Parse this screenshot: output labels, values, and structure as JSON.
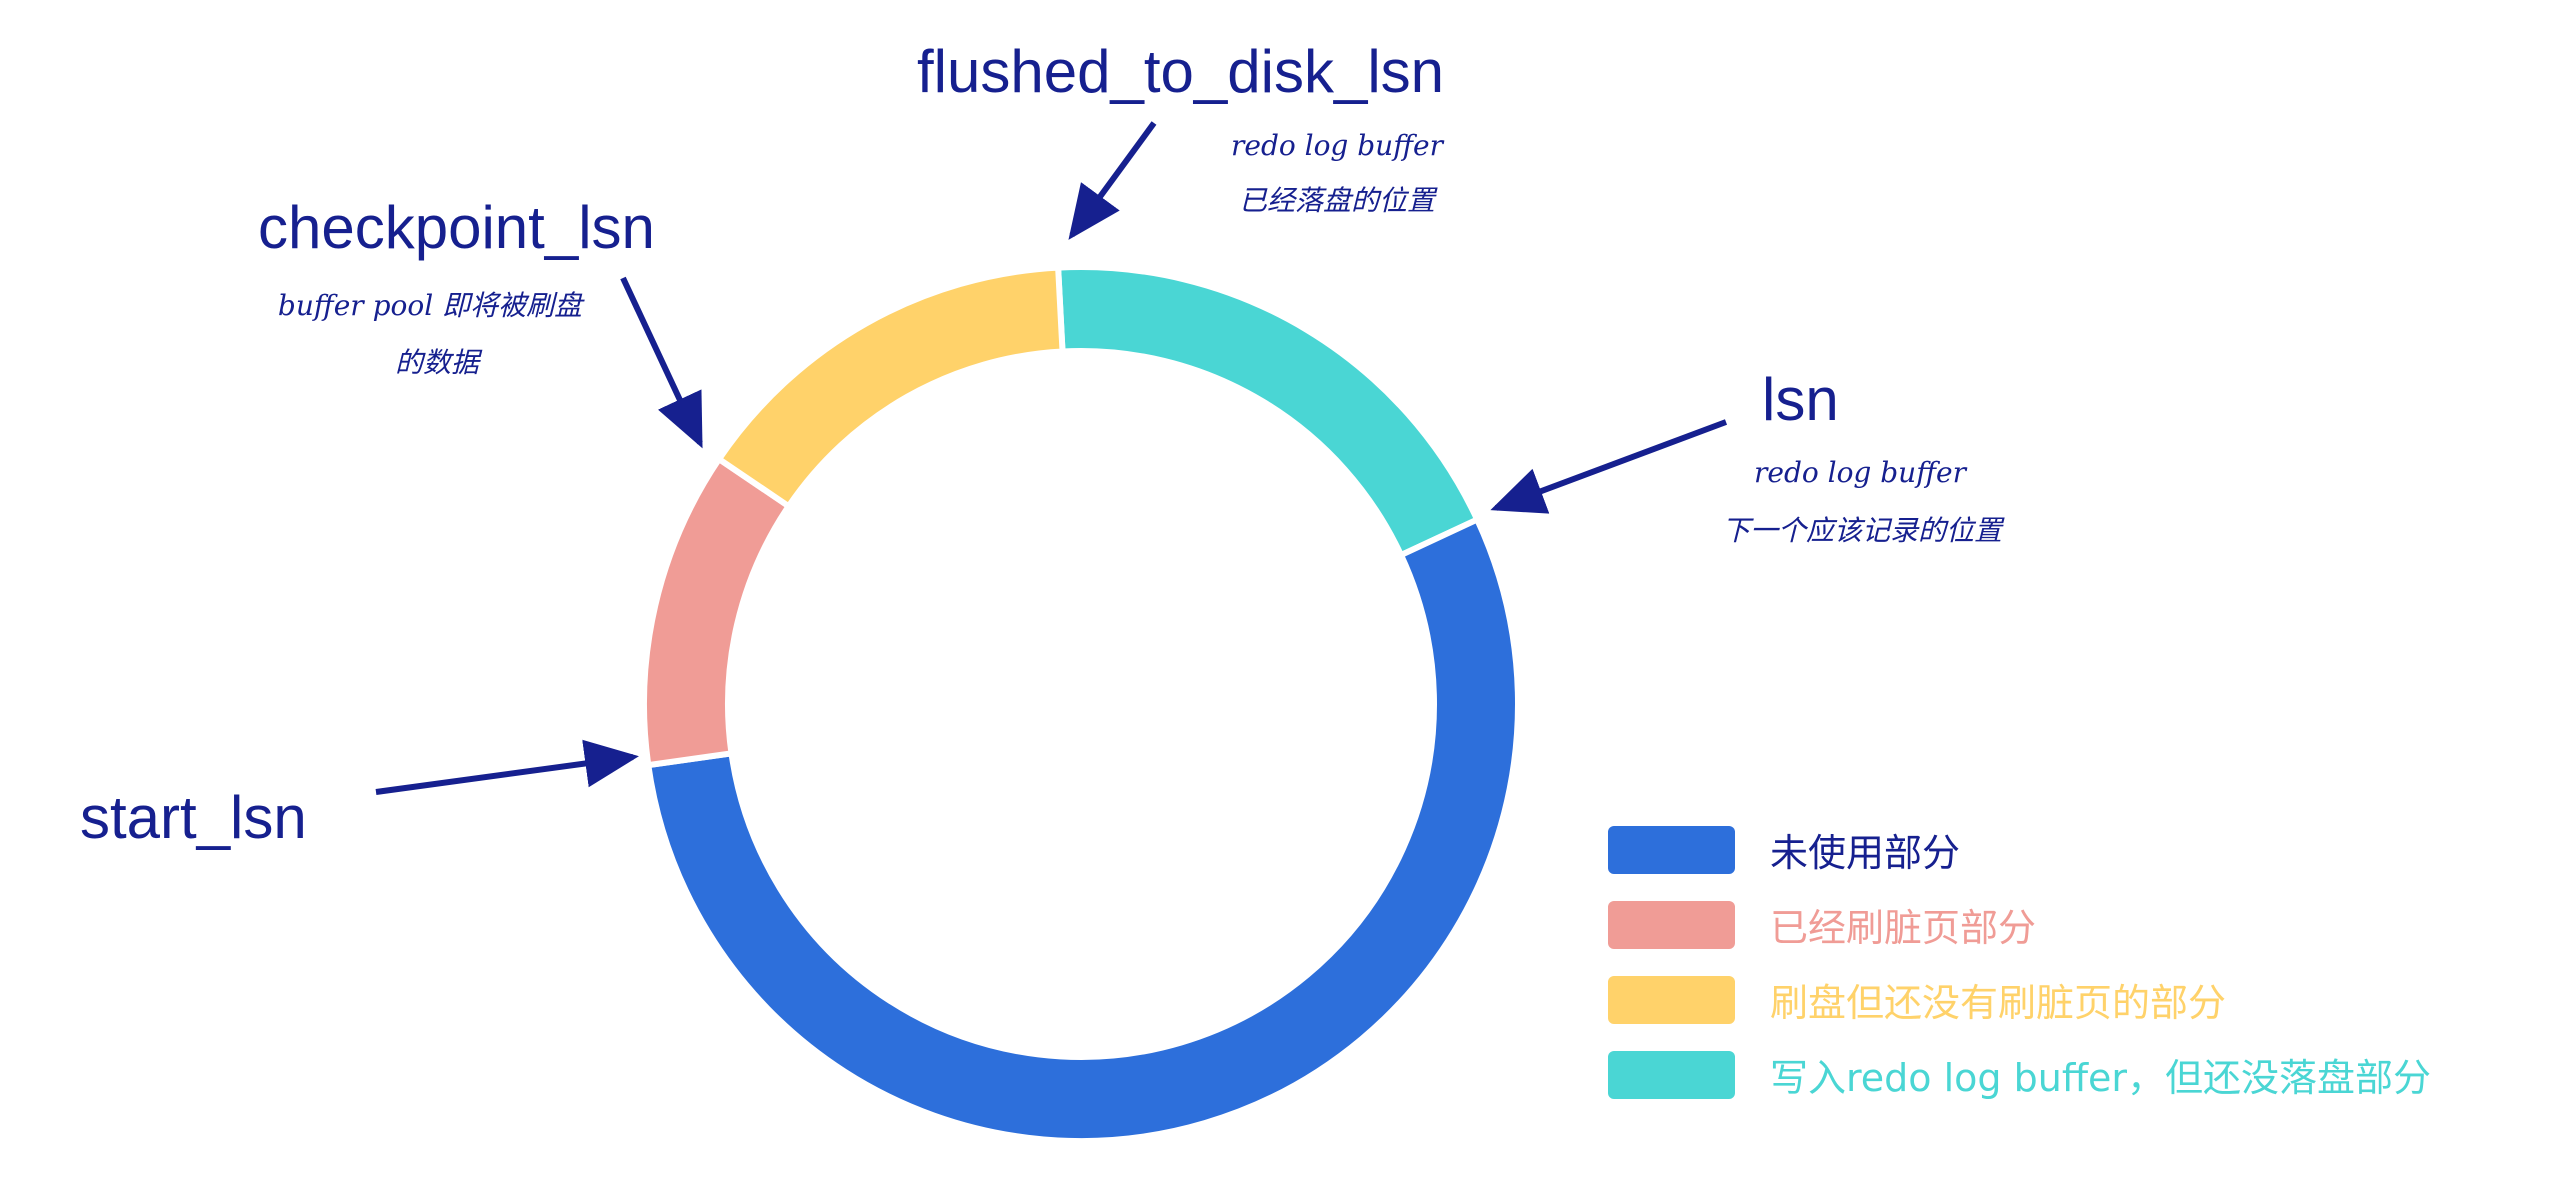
{
  "chart_data": {
    "type": "pie",
    "style": "donut",
    "start_angle_deg": -3,
    "segments": [
      {
        "name": "写入redo log buffer，但还没落盘部分",
        "value": 18.9,
        "color": "#4AD6D4"
      },
      {
        "name": "未使用部分",
        "value": 54.7,
        "color": "#2D6FDB"
      },
      {
        "name": "已经刷脏页部分",
        "value": 11.7,
        "color": "#F09C96"
      },
      {
        "name": "刷盘但还没有刷脏页的部分",
        "value": 14.7,
        "color": "#FFD26A"
      }
    ]
  },
  "colors": {
    "ink": "#16208F"
  },
  "annotations": {
    "flushed": {
      "label": "flushed_to_disk_lsn",
      "note1": "redo log buffer",
      "note2": "已经落盘的位置"
    },
    "checkpoint": {
      "label": "checkpoint_lsn",
      "note1": "buffer pool 即将被刷盘",
      "note2": "的数据"
    },
    "lsn": {
      "label": "lsn",
      "note1": "redo log buffer",
      "note2": "下一个应该记录的位置"
    },
    "start": {
      "label": "start_lsn"
    }
  },
  "legend": [
    {
      "label": "未使用部分",
      "color": "#2D6FDB",
      "text_color": "#16208F"
    },
    {
      "label": "已经刷脏页部分",
      "color": "#F09C96",
      "text_color": "#F09C96"
    },
    {
      "label": "刷盘但还没有刷脏页的部分",
      "color": "#FFD26A",
      "text_color": "#FFD26A"
    },
    {
      "label": "写入redo log buffer，但还没落盘部分",
      "color": "#4AD6D4",
      "text_color": "#4AD6D4"
    }
  ]
}
